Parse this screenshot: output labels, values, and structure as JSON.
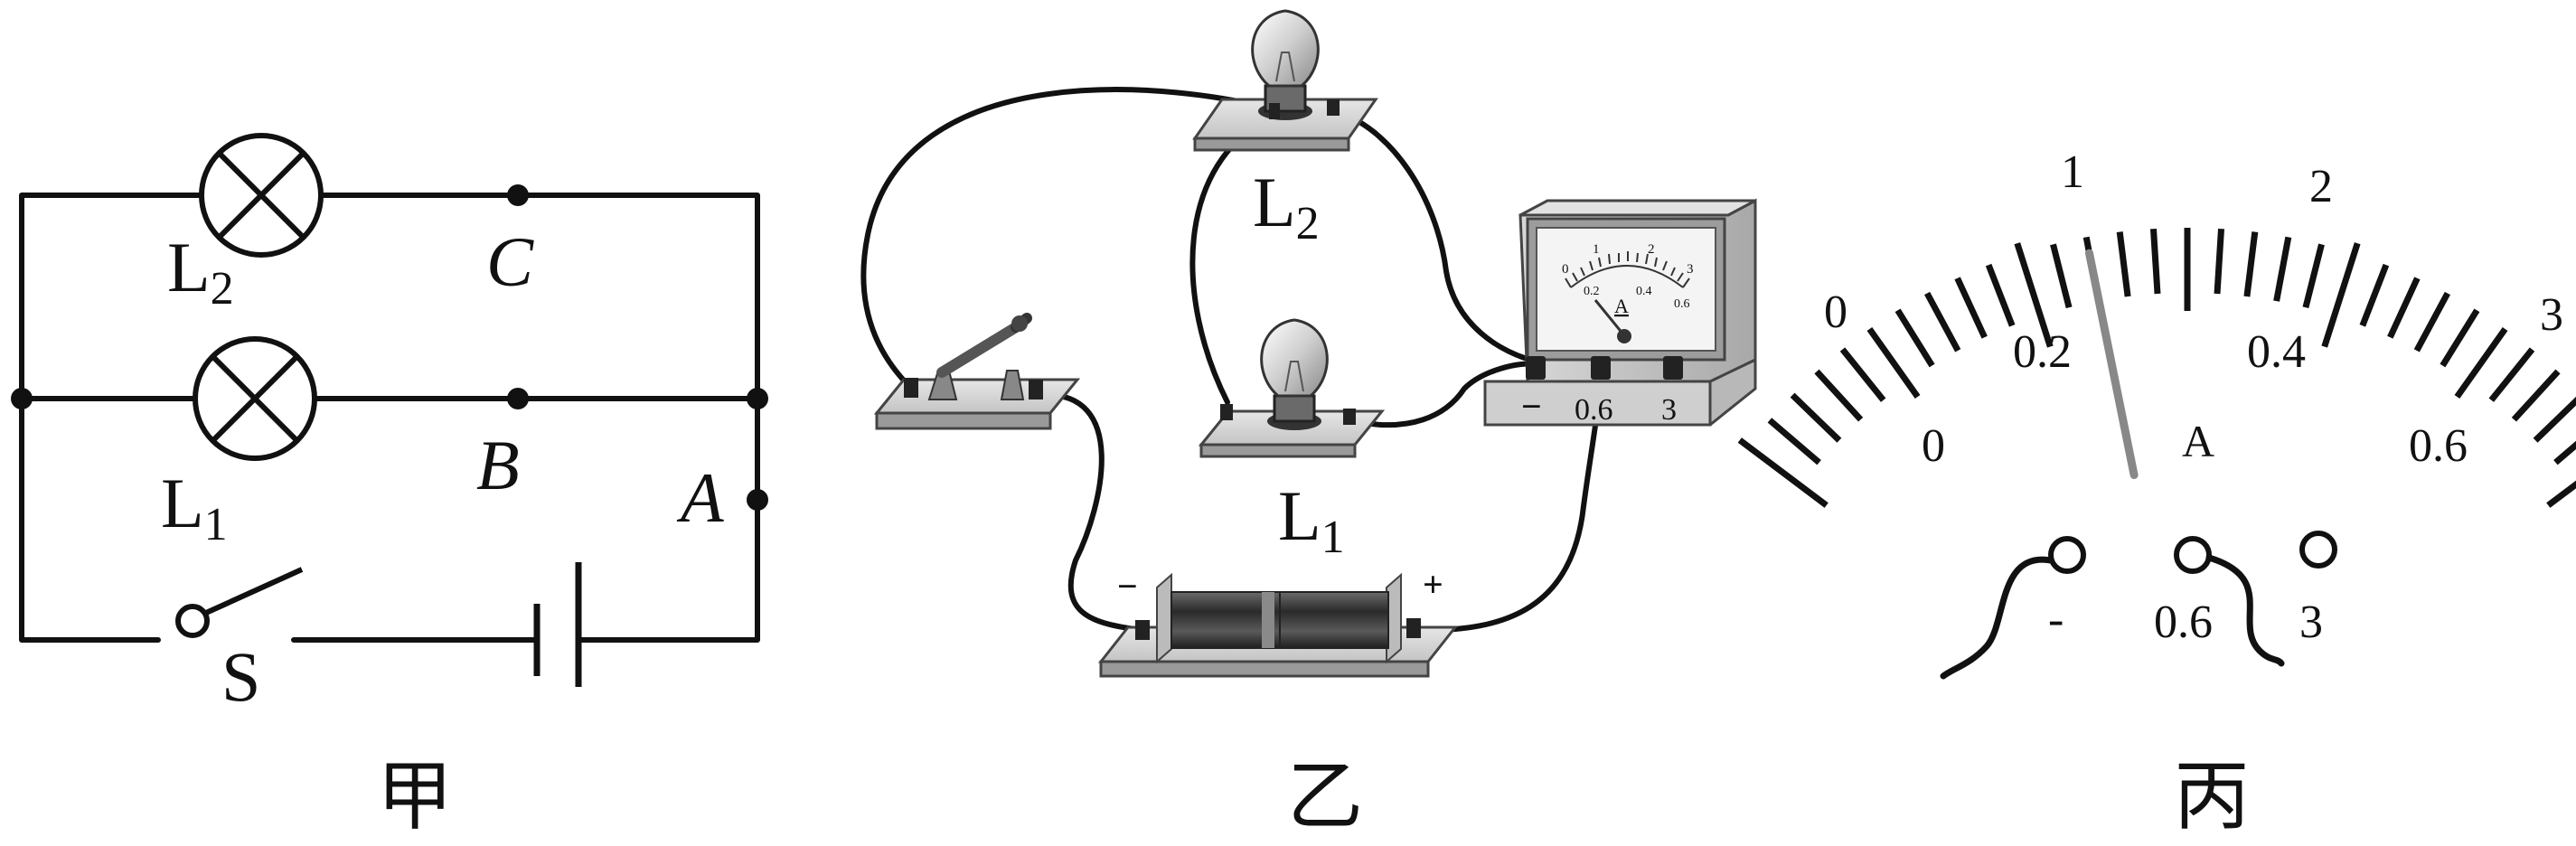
{
  "panel_a": {
    "caption": "甲",
    "label_l2_letter": "L",
    "label_l2_sub": "2",
    "label_l1_letter": "L",
    "label_l1_sub": "1",
    "label_c": "C",
    "label_b": "B",
    "label_a": "A",
    "label_s": "S"
  },
  "panel_b": {
    "caption": "乙",
    "label_l2_letter": "L",
    "label_l2_sub": "2",
    "label_l1_letter": "L",
    "label_l1_sub": "1",
    "meter_terminal_neg": "−",
    "meter_terminal_06": "0.6",
    "meter_terminal_3": "3",
    "meter_unit": "A",
    "meter_scale_top": [
      "0",
      "1",
      "2",
      "3"
    ],
    "meter_scale_bottom": [
      "0.2",
      "0.4",
      "0.6"
    ],
    "battery_neg": "−",
    "battery_pos": "+"
  },
  "panel_c": {
    "caption": "丙",
    "unit": "A",
    "top_scale": [
      "0",
      "1",
      "2",
      "3"
    ],
    "bottom_scale": [
      "0",
      "0.2",
      "0.4",
      "0.6"
    ],
    "terminal_neg": "-",
    "terminal_06": "0.6",
    "terminal_3": "3",
    "needle_reading": 0.24,
    "needle_range_max": 0.6
  }
}
